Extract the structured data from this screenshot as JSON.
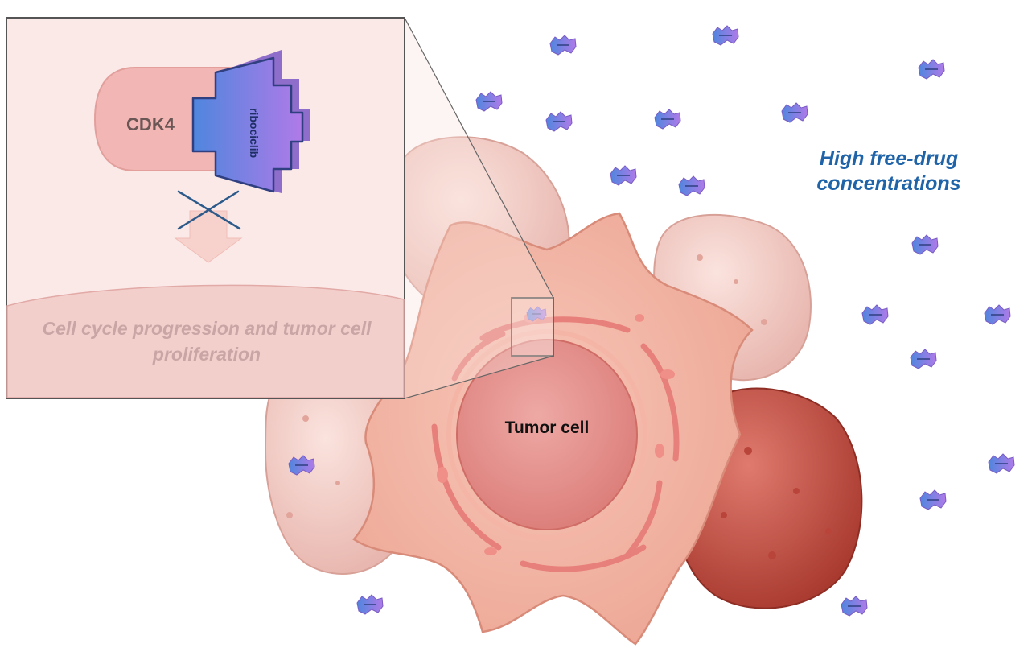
{
  "labels": {
    "free_drug": "High free-drug concentrations",
    "tumor_cell": "Tumor cell",
    "cdk4": "CDK4",
    "drug_name": "ribociclib",
    "outcome": "Cell cycle progression and tumor cell proliferation"
  },
  "icons": {
    "drug_molecule": "drug-molecule-icon",
    "block_mark": "x-cross-icon",
    "downstream_arrow": "down-arrow-icon"
  },
  "colors": {
    "free_drug_text": "#1f63a8",
    "drug_blue": "#4f86de",
    "drug_purple": "#b07ae8",
    "cdk4": "#f2b7b5",
    "tumor_cell": "#ef9f9a",
    "inset_background": "#fbe9e8",
    "dark_neighbor_cell": "#c4544b"
  }
}
